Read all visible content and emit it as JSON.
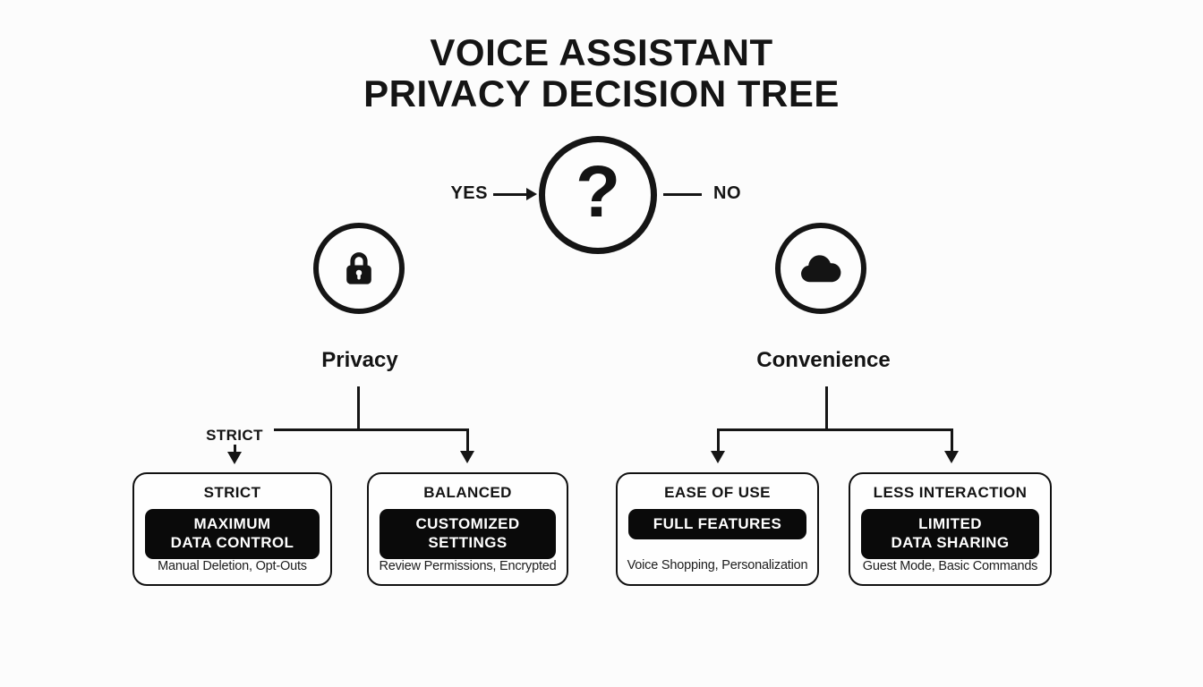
{
  "title": {
    "text": "VOICE ASSISTANT\nPRIVACY DECISION TREE"
  },
  "root_node": {
    "question_mark": "?",
    "yes_label": "YES",
    "no_label": "NO"
  },
  "privacy_branch": {
    "label": "Privacy",
    "icon": "lock-icon",
    "strict_connector_label": "STRICT"
  },
  "convenience_branch": {
    "label": "Convenience",
    "icon": "cloud-icon"
  },
  "outcome_boxes": [
    {
      "title": "STRICT",
      "bar": "MAXIMUM\nDATA CONTROL",
      "details": "Manual Deletion, Opt-Outs"
    },
    {
      "title": "BALANCED",
      "bar": "CUSTOMIZED\nSETTINGS",
      "details": "Review Permissions, Encrypted"
    },
    {
      "title": "EASE OF USE",
      "bar": "FULL FEATURES",
      "details": "Voice Shopping, Personalization"
    },
    {
      "title": "LESS INTERACTION",
      "bar": "LIMITED\nDATA SHARING",
      "details": "Guest Mode, Basic Commands"
    }
  ],
  "colors": {
    "ink": "#111111",
    "background": "#fcfcfc",
    "bar_background": "#0a0a0a",
    "bar_text": "#ffffff"
  }
}
